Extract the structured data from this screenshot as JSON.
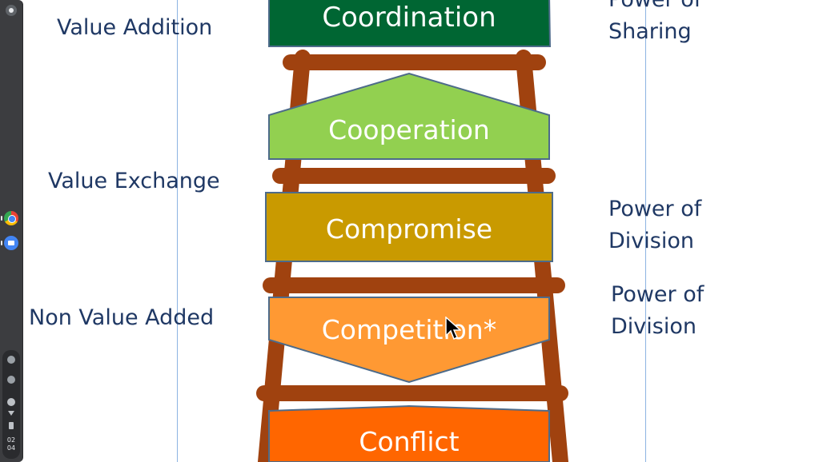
{
  "slide": {
    "left_labels": {
      "value_addition": "Value Addition",
      "value_exchange": "Value Exchange",
      "non_value_added": "Non Value Added"
    },
    "right_labels": {
      "sharing_line1": "Power of",
      "sharing_line2": "Sharing",
      "division_a_line1": "Power of",
      "division_a_line2": "Division",
      "division_b_line1": "Power of",
      "division_b_line2": "Division"
    },
    "steps": {
      "coordination": "Coordination",
      "cooperation": "Cooperation",
      "compromise": "Compromise",
      "competition": "Competition*",
      "conflict": "Conflict"
    },
    "colors": {
      "coordination": "#006633",
      "cooperation": "#92d050",
      "compromise": "#c99a00",
      "competition": "#ff9933",
      "conflict": "#ff6600",
      "ladder": "#a0420f",
      "text_dark": "#1f3864"
    }
  },
  "shelf": {
    "apps": [
      "chrome-icon",
      "files-icon"
    ],
    "clock_hour": "02",
    "clock_minute": "04"
  }
}
